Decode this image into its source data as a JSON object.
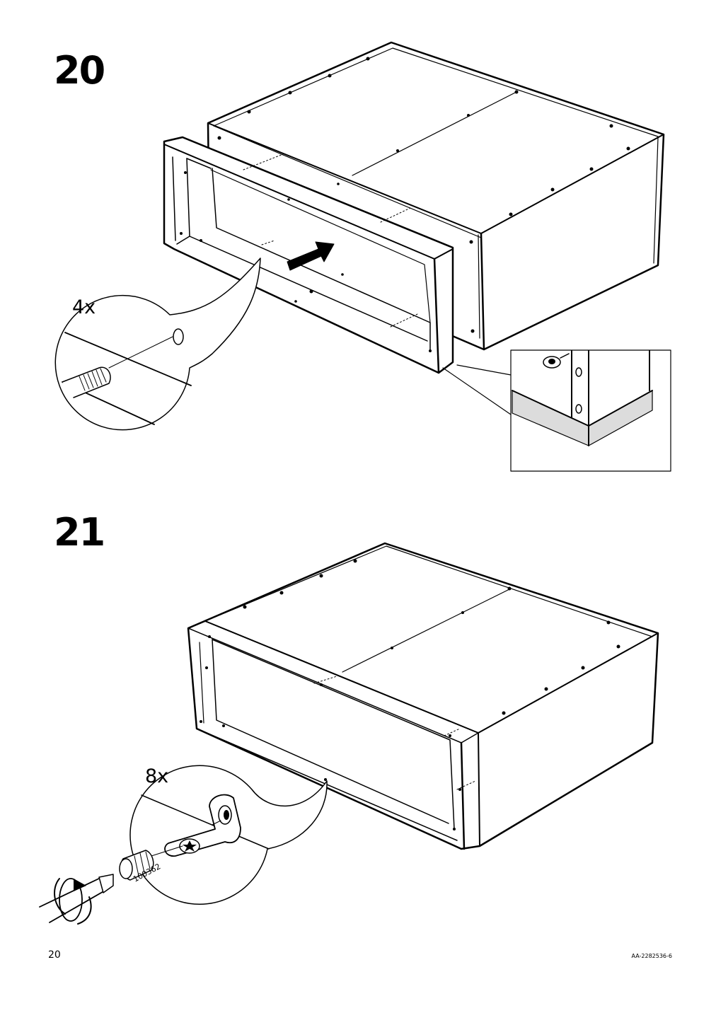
{
  "page": {
    "number": "20",
    "doc_code": "AA-2282536-6"
  },
  "steps": [
    {
      "number": "20",
      "quantity": "4x",
      "part": "wooden-dowel"
    },
    {
      "number": "21",
      "quantity": "8x",
      "part": "bracket-screw",
      "part_number": "100362"
    }
  ],
  "colors": {
    "line": "#000000",
    "shade": "#dcdcdc",
    "background": "#ffffff"
  }
}
